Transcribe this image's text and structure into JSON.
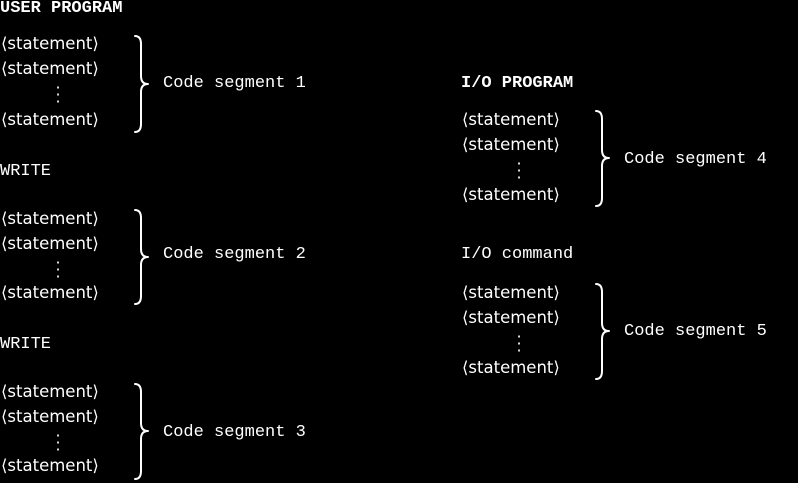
{
  "user_program": {
    "title": "USER PROGRAM",
    "segments": [
      {
        "statements": [
          "⟨statement⟩",
          "⟨statement⟩",
          "⋮",
          "⟨statement⟩"
        ],
        "label": "Code segment 1"
      },
      {
        "statements": [
          "⟨statement⟩",
          "⟨statement⟩",
          "⋮",
          "⟨statement⟩"
        ],
        "label": "Code segment 2"
      },
      {
        "statements": [
          "⟨statement⟩",
          "⟨statement⟩",
          "⋮",
          "⟨statement⟩"
        ],
        "label": "Code segment 3"
      }
    ],
    "write_1": "WRITE",
    "write_2": "WRITE"
  },
  "io_program": {
    "title": "I/O PROGRAM",
    "segments": [
      {
        "statements": [
          "⟨statement⟩",
          "⟨statement⟩",
          "⋮",
          "⟨statement⟩"
        ],
        "label": "Code segment 4"
      },
      {
        "statements": [
          "⟨statement⟩",
          "⟨statement⟩",
          "⋮",
          "⟨statement⟩"
        ],
        "label": "Code segment 5"
      }
    ],
    "command": "I/O command"
  },
  "colors": {
    "background": "#000000",
    "foreground": "#ffffff"
  }
}
